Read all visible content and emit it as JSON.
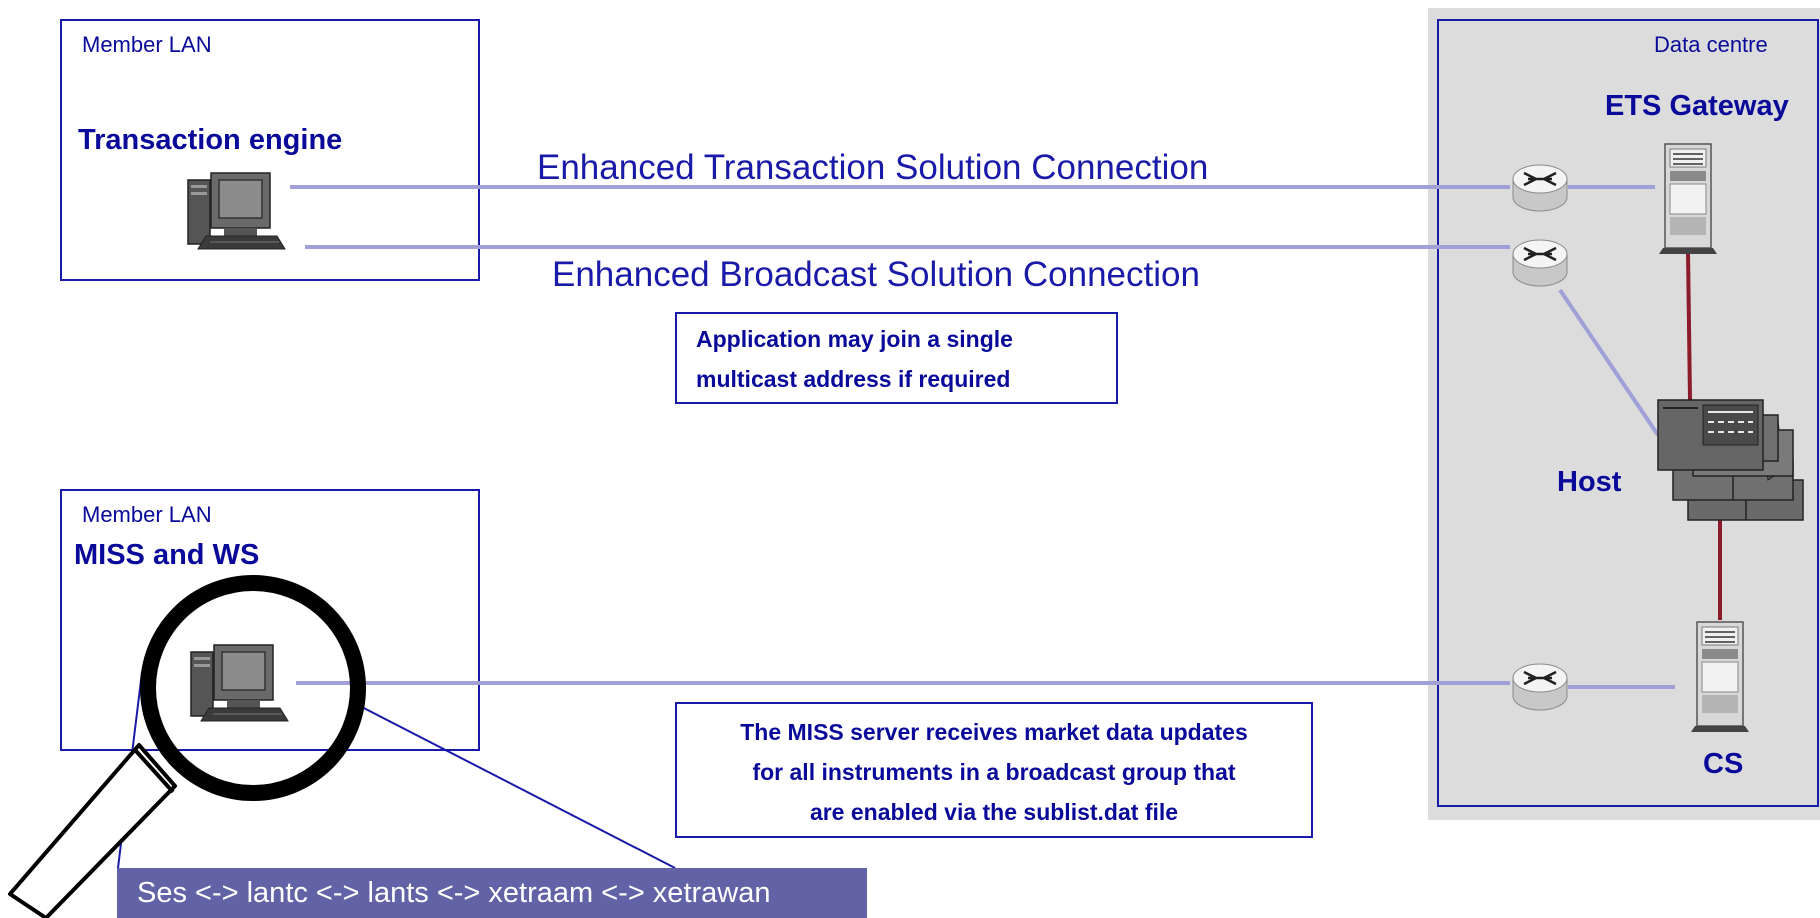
{
  "member_lan_top": {
    "zone_label": "Member LAN",
    "node_label": "Transaction engine",
    "workstation_icon": "desktop-computer-icon"
  },
  "member_lan_bottom": {
    "zone_label": "Member LAN",
    "node_label": "MISS and WS",
    "workstation_icon": "desktop-computer-icon",
    "zoom_icon": "magnifying-glass-icon"
  },
  "data_centre": {
    "zone_label": "Data centre",
    "ets_gateway_label": "ETS Gateway",
    "host_label": "Host",
    "cs_label": "CS",
    "router_icon": "router-icon",
    "server_icon": "rack-server-icon",
    "host_icon": "mainframe-host-icon"
  },
  "connections": {
    "ets_label": "Enhanced Transaction Solution Connection",
    "ebs_label": "Enhanced Broadcast Solution Connection"
  },
  "notes": {
    "multicast_lines": [
      "Application may join a single",
      "multicast address if required"
    ],
    "miss_lines": [
      "The MISS server receives market data updates",
      "for all instruments in a broadcast group that",
      "are enabled via the sublist.dat file"
    ]
  },
  "command_bar": {
    "text": "Ses <-> lantc <-> lants <-> xetraam <-> xetrawan"
  },
  "colors": {
    "text_blue": "#0a0a9a",
    "border_blue": "#1a1aa8",
    "link_lilac": "#a0a0d8",
    "link_dark_red": "#8b1a2a",
    "data_centre_bg": "#dcdcdc",
    "command_bar_bg": "#6262a6"
  }
}
